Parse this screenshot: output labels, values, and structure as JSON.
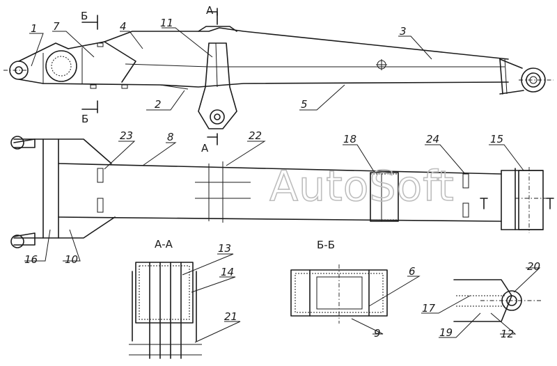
{
  "watermark": "AutoSoft",
  "section_titles": {
    "aa": "А-А",
    "bb": "Б-Б"
  },
  "cut_labels": {
    "a_top": "А",
    "a_bottom": "А",
    "b_top": "Б",
    "b_bottom": "Б"
  },
  "callouts": [
    {
      "id": "c1",
      "label": "1"
    },
    {
      "id": "c7",
      "label": "7"
    },
    {
      "id": "c4",
      "label": "4"
    },
    {
      "id": "c11",
      "label": "11"
    },
    {
      "id": "c3",
      "label": "3"
    },
    {
      "id": "c2",
      "label": "2"
    },
    {
      "id": "c5",
      "label": "5"
    },
    {
      "id": "c23",
      "label": "23"
    },
    {
      "id": "c8",
      "label": "8"
    },
    {
      "id": "c22",
      "label": "22"
    },
    {
      "id": "c18",
      "label": "18"
    },
    {
      "id": "c24",
      "label": "24"
    },
    {
      "id": "c15",
      "label": "15"
    },
    {
      "id": "c16",
      "label": "16"
    },
    {
      "id": "c10",
      "label": "10"
    },
    {
      "id": "c13",
      "label": "13"
    },
    {
      "id": "c14",
      "label": "14"
    },
    {
      "id": "c21",
      "label": "21"
    },
    {
      "id": "c6",
      "label": "6"
    },
    {
      "id": "c9",
      "label": "9"
    },
    {
      "id": "c20",
      "label": "20"
    },
    {
      "id": "c17",
      "label": "17"
    },
    {
      "id": "c19",
      "label": "19"
    },
    {
      "id": "c12",
      "label": "12"
    }
  ]
}
